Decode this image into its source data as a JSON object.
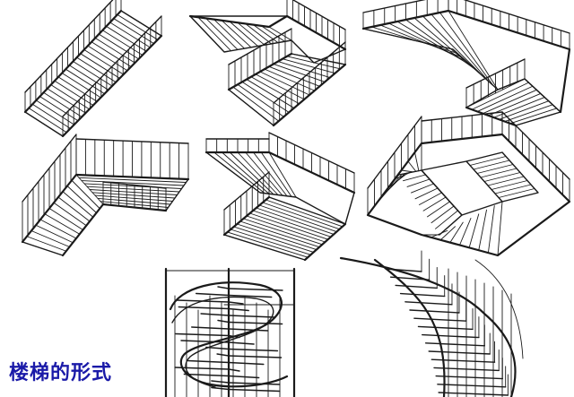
{
  "caption": "楼梯的形式",
  "palette": {
    "ink": "#1a1a1a",
    "caption_color": "#1a1aa8",
    "background": "#ffffff"
  },
  "figures": [
    {
      "id": "straight-run",
      "icon": "straight-stair-icon"
    },
    {
      "id": "double-dogleg",
      "icon": "dogleg-stair-icon"
    },
    {
      "id": "triple-run",
      "icon": "three-run-stair-icon"
    },
    {
      "id": "l-shaped",
      "icon": "l-stair-icon"
    },
    {
      "id": "dogleg-landing",
      "icon": "dogleg-landing-stair-icon"
    },
    {
      "id": "open-well",
      "icon": "open-well-stair-icon"
    },
    {
      "id": "spiral",
      "icon": "spiral-stair-icon"
    },
    {
      "id": "curved",
      "icon": "curved-stair-icon"
    }
  ]
}
